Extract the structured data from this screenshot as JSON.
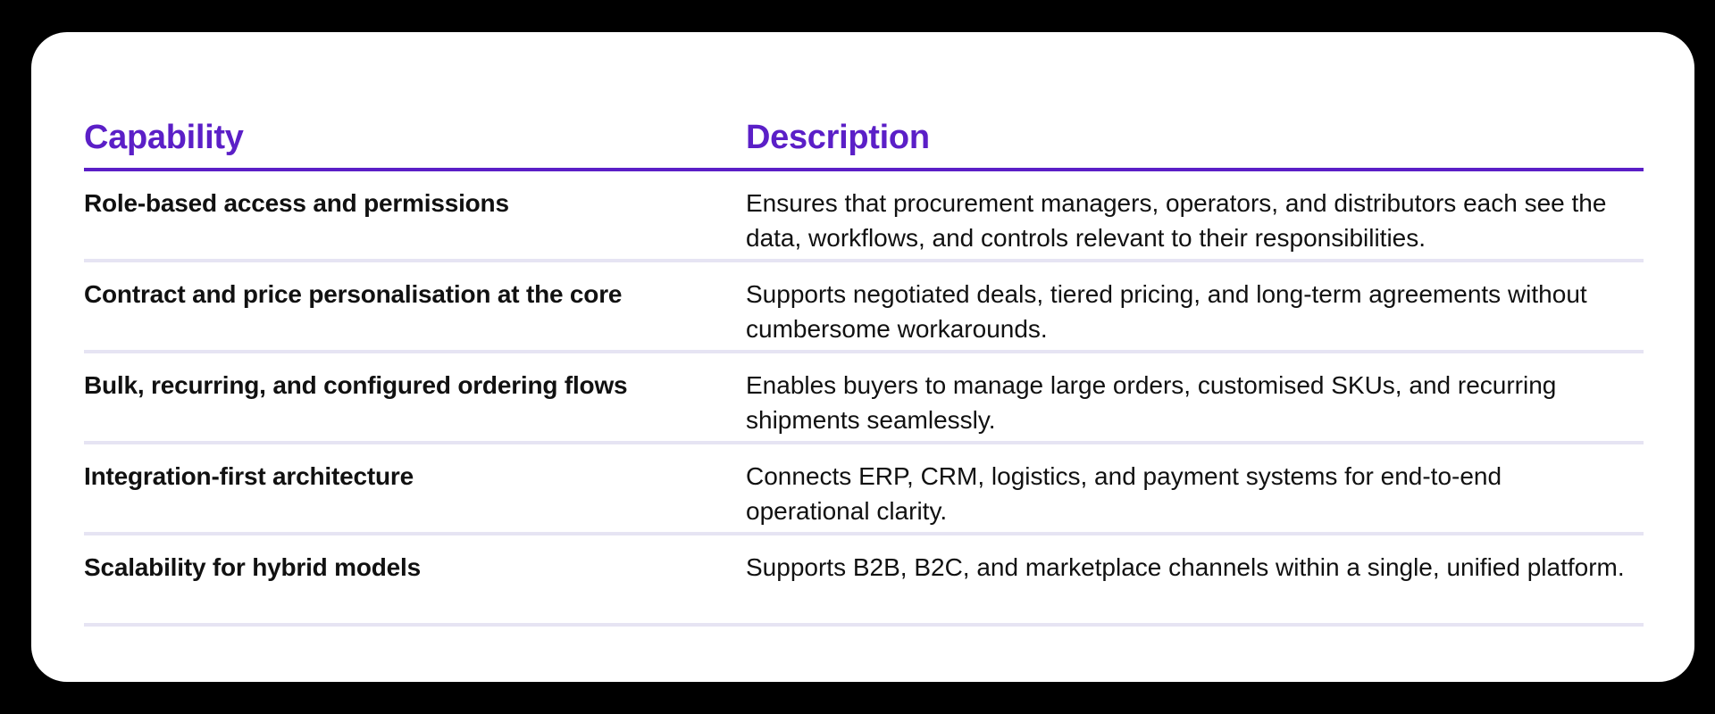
{
  "table": {
    "headers": {
      "capability": "Capability",
      "description": "Description"
    },
    "rows": [
      {
        "capability": "Role-based access and permissions",
        "description": "Ensures that procurement managers, operators, and distributors each see the data, workflows, and controls relevant to their responsibilities."
      },
      {
        "capability": "Contract and price personalisation at the core",
        "description": "Supports negotiated deals, tiered pricing, and long-term agreements without cumbersome workarounds."
      },
      {
        "capability": "Bulk, recurring, and configured ordering flows",
        "description": "Enables buyers to manage large orders, customised SKUs, and recurring shipments seamlessly."
      },
      {
        "capability": "Integration-first architecture",
        "description": "Connects ERP, CRM, logistics, and payment systems for end-to-end operational clarity."
      },
      {
        "capability": "Scalability for hybrid models",
        "description": "Supports B2B, B2C, and marketplace channels within a single, unified platform."
      }
    ]
  },
  "colors": {
    "page_background": "#000000",
    "card_background": "#ffffff",
    "accent": "#5b1fc7",
    "row_divider": "#e6e4f3",
    "text": "#111111"
  }
}
